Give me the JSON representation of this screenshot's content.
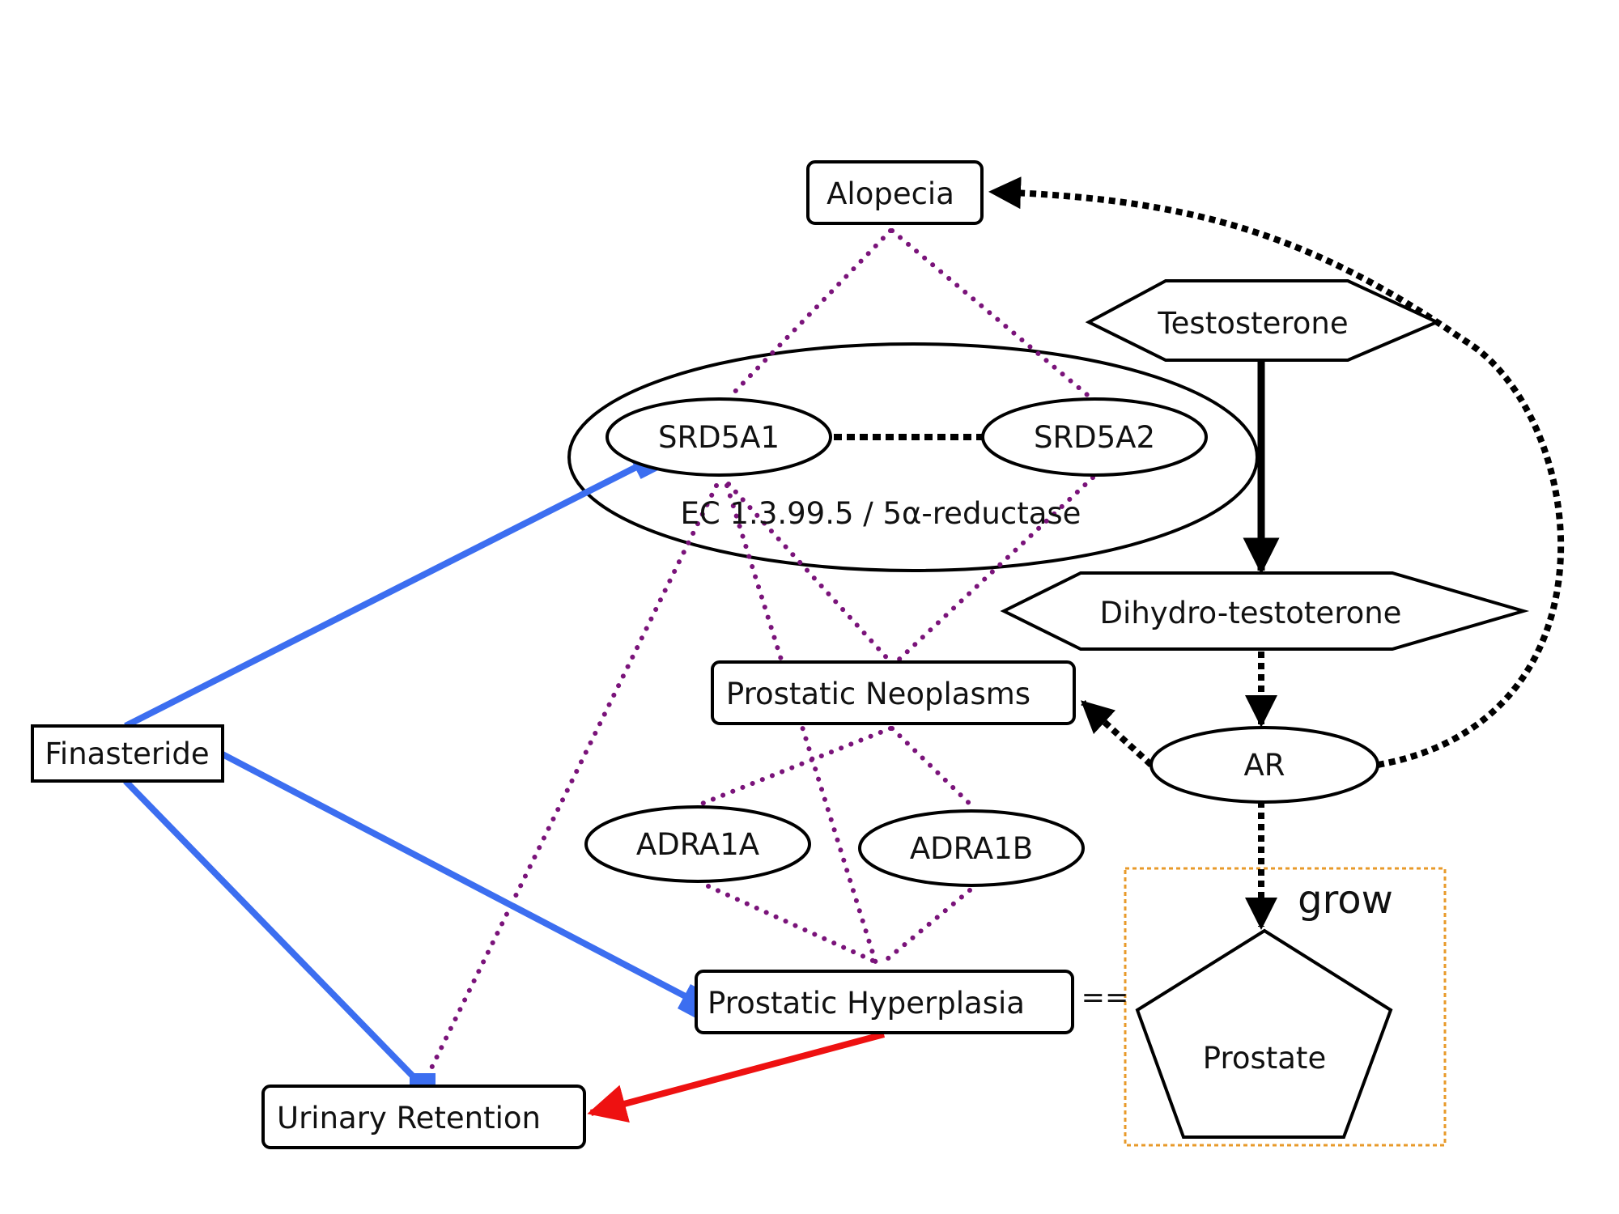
{
  "nodes": {
    "alopecia": "Alopecia",
    "testosterone": "Testosterone",
    "srd5a1": "SRD5A1",
    "srd5a2": "SRD5A2",
    "enzyme": "EC 1.3.99.5 / 5α-reductase",
    "dht": "Dihydro-testoterone",
    "prostatic_neoplasms": "Prostatic Neoplasms",
    "finasteride": "Finasteride",
    "ar": "AR",
    "adra1a": "ADRA1A",
    "adra1b": "ADRA1B",
    "grow": "grow",
    "prostatic_hyperplasia": "Prostatic Hyperplasia",
    "equals": "==",
    "prostate": "Prostate",
    "urinary_retention": "Urinary Retention"
  },
  "colors": {
    "association": "#7a137a",
    "inhibition": "#3c6ef0",
    "causes": "#ee1111",
    "activation": "#000000",
    "group_border": "#e89a2a"
  }
}
